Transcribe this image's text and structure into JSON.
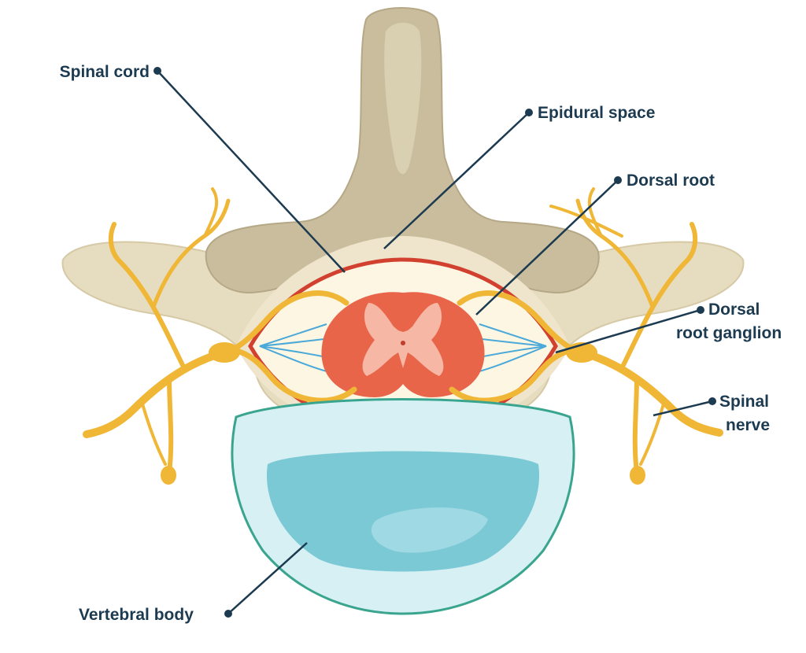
{
  "labels": {
    "spinal_cord": "Spinal cord",
    "epidural_space": "Epidural space",
    "dorsal_root": "Dorsal root",
    "dorsal_root_ganglion_line1": "Dorsal",
    "dorsal_root_ganglion_line2": "root ganglion",
    "spinal_nerve_line1": "Spinal",
    "spinal_nerve_line2": "nerve",
    "vertebral_body": "Vertebral body"
  },
  "colors": {
    "bone": "#e6dcc0",
    "bone_dark": "#c8bb98",
    "spinous_process": "#c9bd9d",
    "dura": "#d2402f",
    "canal": "#fdf6e3",
    "cord_outer": "#e8654a",
    "cord_inner": "#f6b7a5",
    "nerve": "#f0b636",
    "nerve_dark": "#d99a1f",
    "rootlets": "#4aa9d8",
    "disc_outer": "#d6f0f4",
    "disc_rim": "#3aa58e",
    "disc_inner": "#7cc9d6",
    "leader": "#1c3a50"
  }
}
